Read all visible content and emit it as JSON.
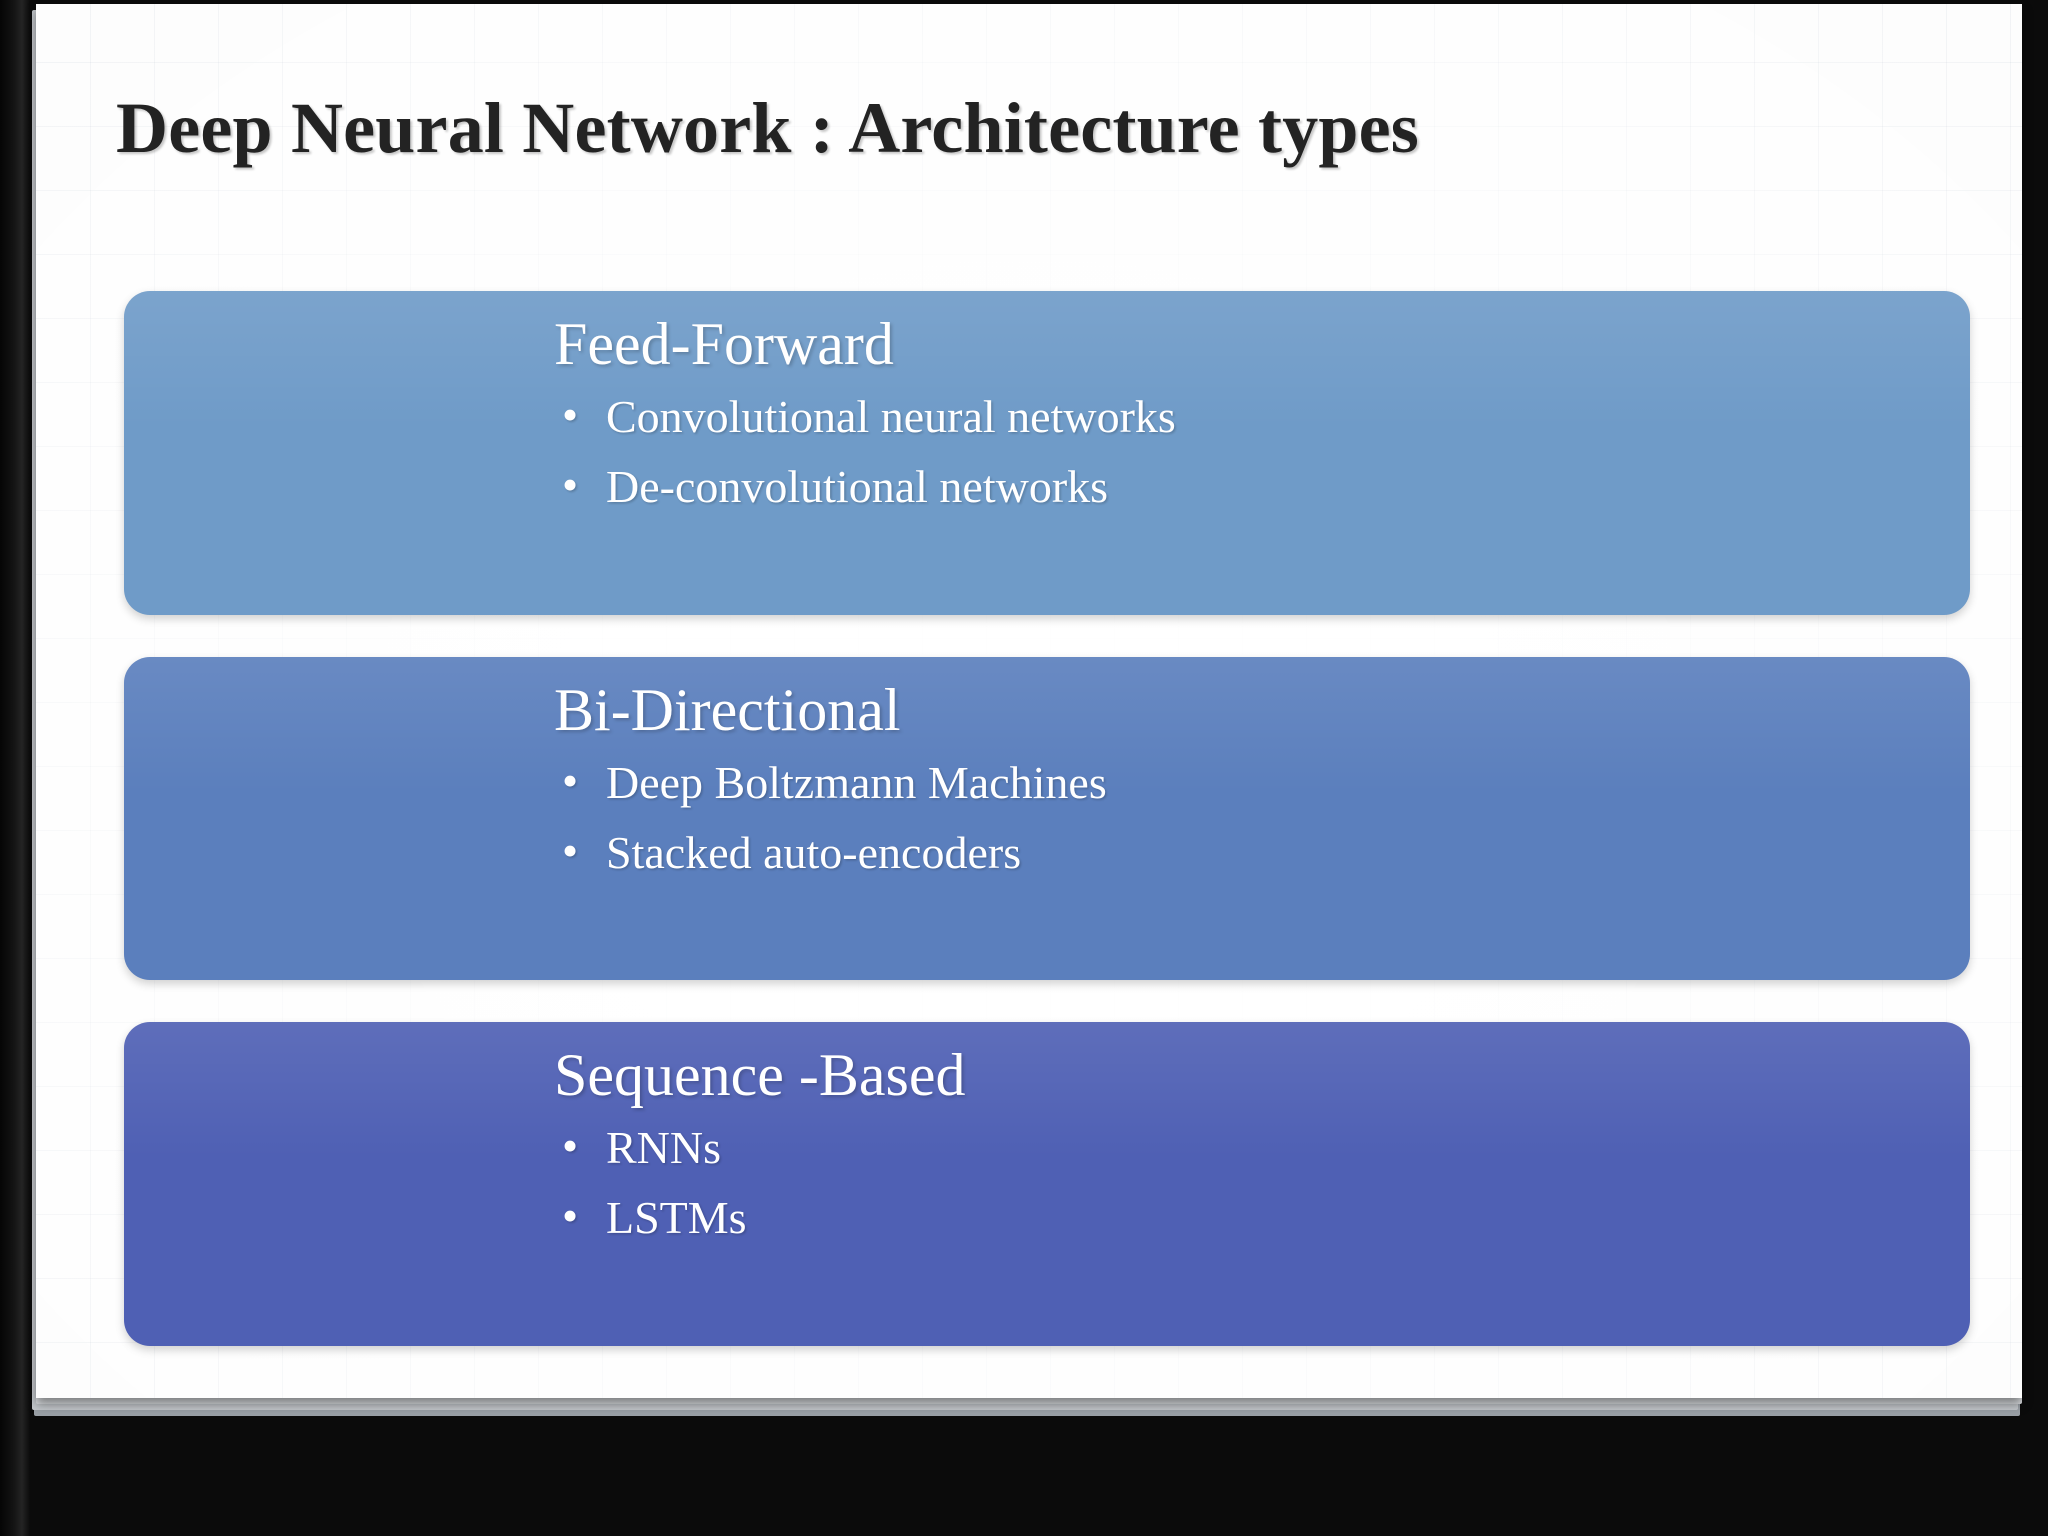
{
  "slide": {
    "title": "Deep Neural Network : Architecture types",
    "background_color": "#fdfdfd",
    "title_color": "#232323",
    "frame_color": "#0a0a0a"
  },
  "cards": [
    {
      "heading": "Feed-Forward",
      "color": "#6f9bc8",
      "bullets": [
        "Convolutional neural networks",
        "De-convolutional networks"
      ]
    },
    {
      "heading": "Bi-Directional",
      "color": "#5b7fbd",
      "bullets": [
        "Deep Boltzmann Machines",
        "Stacked auto-encoders"
      ]
    },
    {
      "heading": "Sequence -Based",
      "color": "#4f60b4",
      "bullets": [
        "RNNs",
        "LSTMs"
      ]
    }
  ]
}
